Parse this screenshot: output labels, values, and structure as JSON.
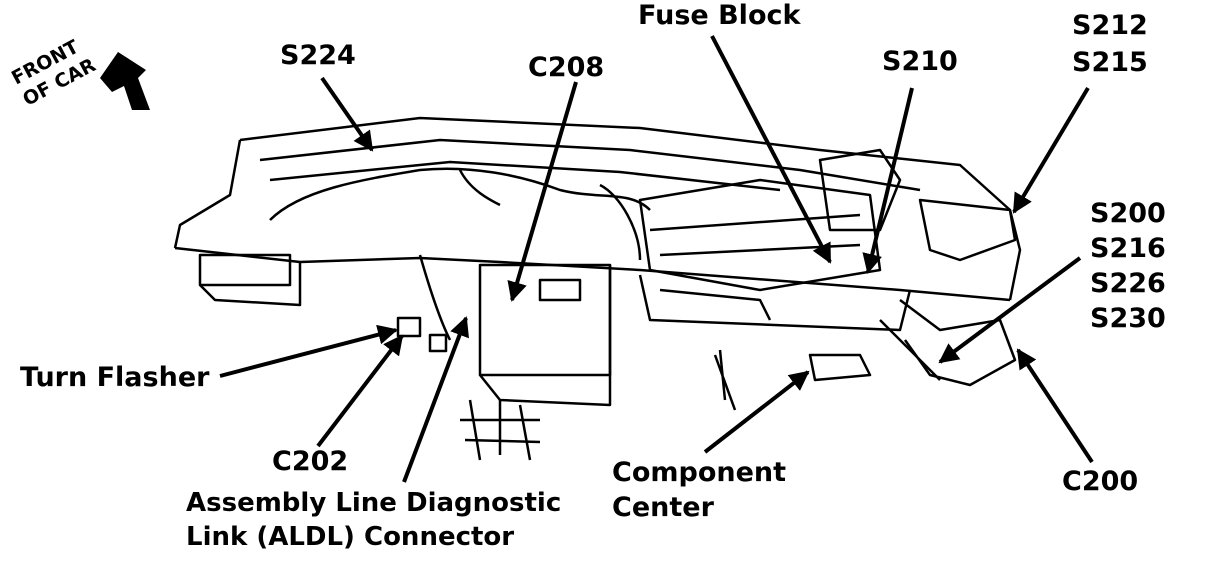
{
  "labels": {
    "fuse_block": "Fuse Block",
    "s224": "S224",
    "c208": "C208",
    "s210": "S210",
    "s212": "S212",
    "s215": "S215",
    "s200": "S200",
    "s216": "S216",
    "s226": "S226",
    "s230": "S230",
    "turn_flasher": "Turn Flasher",
    "c202": "C202",
    "aldl_line1": "Assembly Line Diagnostic",
    "aldl_line2": "Link (ALDL) Connector",
    "component_line1": "Component",
    "component_line2": "Center",
    "c200": "C200",
    "front_line1": "FRONT",
    "front_line2": "OF CAR"
  },
  "colors": {
    "ink": "#000000",
    "background": "#ffffff"
  }
}
